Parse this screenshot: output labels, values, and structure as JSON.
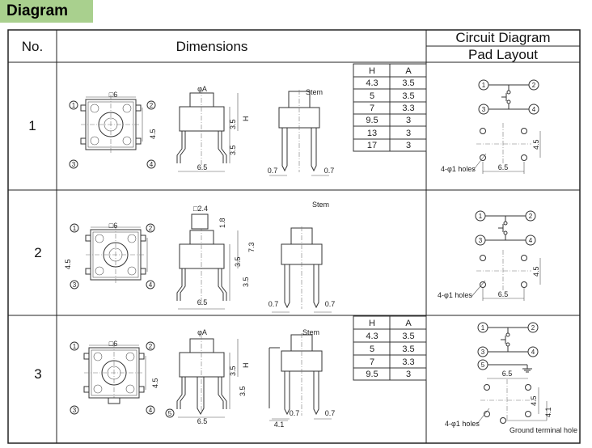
{
  "title": "Diagram",
  "headers": {
    "no": "No.",
    "dimensions": "Dimensions",
    "circuit": "Circuit Diagram",
    "pad": "Pad Layout"
  },
  "rows": [
    {
      "no": "1",
      "table": {
        "h": "H",
        "a": "A",
        "rows": [
          [
            "4.3",
            "3.5"
          ],
          [
            "5",
            "3.5"
          ],
          [
            "7",
            "3.3"
          ],
          [
            "9.5",
            "3"
          ],
          [
            "13",
            "3"
          ],
          [
            "17",
            "3"
          ]
        ]
      },
      "top": {
        "size": "□6",
        "pitch": "4.5",
        "pins": [
          "1",
          "2",
          "3",
          "4"
        ]
      },
      "side": {
        "cap": "φA",
        "body": "3.5",
        "height": "H",
        "leg": "3.5",
        "width": "6.5"
      },
      "stem": {
        "label": "Stem",
        "left": "0.7",
        "right": "0.7"
      },
      "circuit": {
        "pins": [
          "1",
          "2",
          "3",
          "4"
        ]
      },
      "pad": {
        "holes": "4-φ1 holes",
        "width": "6.5",
        "pitch": "4.5"
      }
    },
    {
      "no": "2",
      "top": {
        "size": "□6",
        "pitch": "4.5",
        "pins": [
          "1",
          "2",
          "3",
          "4"
        ]
      },
      "side": {
        "cap": "□2.4",
        "capH": "1.8",
        "body": "3.5",
        "height": "7.3",
        "leg": "3.5",
        "width": "6.5"
      },
      "stem": {
        "label": "Stem",
        "left": "0.7",
        "right": "0.7"
      },
      "circuit": {
        "pins": [
          "1",
          "2",
          "3",
          "4"
        ]
      },
      "pad": {
        "holes": "4-φ1 holes",
        "width": "6.5",
        "pitch": "4.5"
      }
    },
    {
      "no": "3",
      "table": {
        "h": "H",
        "a": "A",
        "rows": [
          [
            "4.3",
            "3.5"
          ],
          [
            "5",
            "3.5"
          ],
          [
            "7",
            "3.3"
          ],
          [
            "9.5",
            "3"
          ]
        ]
      },
      "top": {
        "size": "□6",
        "pitch": "4.5",
        "pins": [
          "1",
          "2",
          "3",
          "4"
        ]
      },
      "side": {
        "cap": "φA",
        "body": "3.5",
        "height": "H",
        "leg": "3.5",
        "width": "6.5",
        "pin5": "5"
      },
      "stem": {
        "label": "Stem",
        "left": "0.7",
        "right": "0.7",
        "offset": "4.1"
      },
      "circuit": {
        "pins": [
          "1",
          "2",
          "3",
          "4",
          "5"
        ]
      },
      "pad": {
        "holes": "4-φ1 holes",
        "width": "6.5",
        "pitch": "4.5",
        "ground_pitch": "4.1",
        "ground": "Ground terminal hole"
      }
    }
  ]
}
